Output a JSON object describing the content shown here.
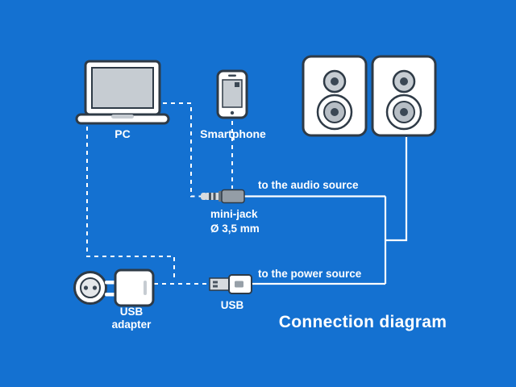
{
  "title": "Connection diagram",
  "labels": {
    "pc": "PC",
    "smartphone": "Smartphone",
    "audio_source": "to the audio source",
    "minijack_name": "mini-jack",
    "minijack_size": "Ø 3,5 mm",
    "power_source": "to the power source",
    "usb": "USB",
    "usb_adapter_line1": "USB",
    "usb_adapter_line2": "adapter"
  },
  "colors": {
    "background": "#1471d1",
    "outline": "#2e3a46",
    "white": "#ffffff",
    "light_gray": "#c6ccd2",
    "mid_gray": "#97a0a8",
    "dark_detail": "#3a4754"
  }
}
